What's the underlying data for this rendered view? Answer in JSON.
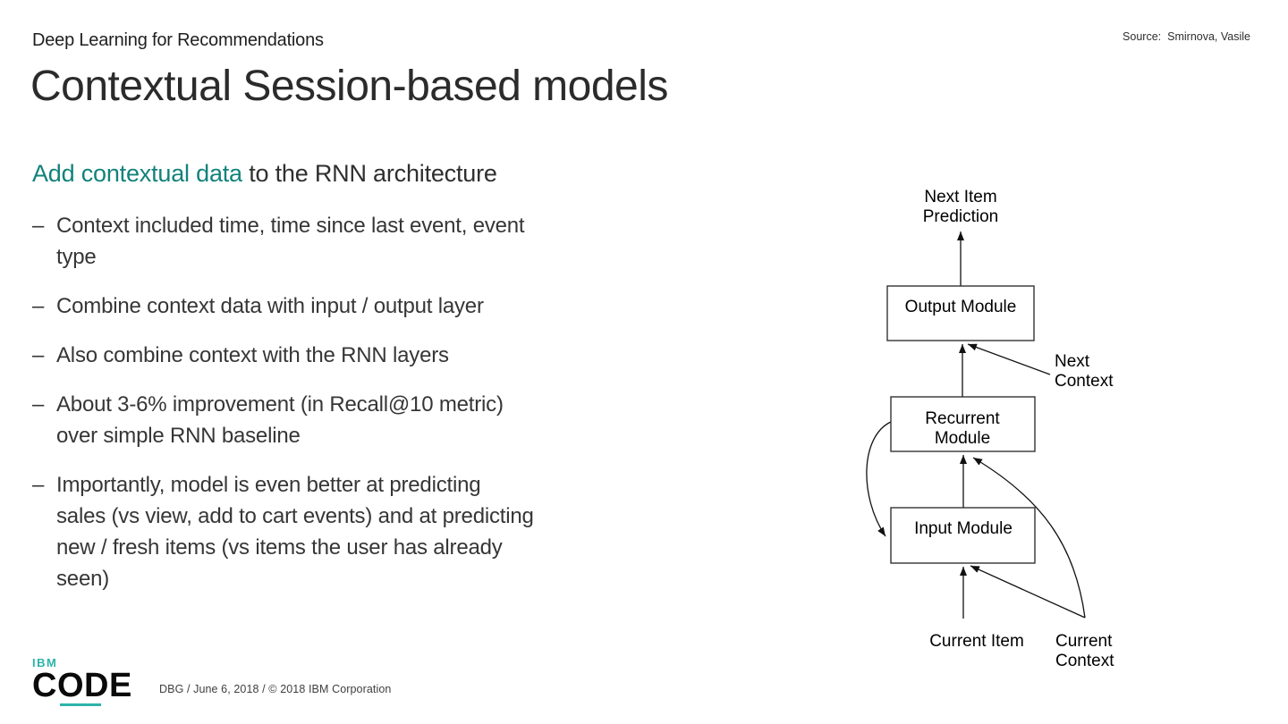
{
  "slide": {
    "eyebrow": "Deep Learning for Recommendations",
    "title": "Contextual Session-based models",
    "source": {
      "label": "Source:",
      "value": "Smirnova, Vasile"
    },
    "subheading": {
      "highlight": "Add contextual data",
      "rest": " to the RNN architecture"
    },
    "bullet_marker": "–",
    "bullets": [
      {
        "lines": [
          "Context included time, time since last event, event",
          "type"
        ]
      },
      {
        "lines": [
          "Combine context data with input / output layer"
        ]
      },
      {
        "lines": [
          "Also combine context with the RNN layers"
        ]
      },
      {
        "lines": [
          "About 3-6% improvement (in Recall@10 metric)",
          "over simple RNN baseline"
        ]
      },
      {
        "lines": [
          "Importantly, model is even better at predicting",
          "sales (vs view, add to cart events) and at predicting",
          "new / fresh items (vs items the user has already",
          "seen)"
        ]
      }
    ]
  },
  "diagram": {
    "next_item_prediction": {
      "line1": "Next Item",
      "line2": "Prediction"
    },
    "output_module": "Output Module",
    "recurrent_module": {
      "line1": "Recurrent",
      "line2": "Module"
    },
    "input_module": "Input Module",
    "next_context": {
      "line1": "Next",
      "line2": "Context"
    },
    "current_item": "Current Item",
    "current_context": {
      "line1": "Current",
      "line2": "Context"
    }
  },
  "footer": {
    "logo": {
      "top": "IBM",
      "main": "CODE"
    },
    "meta": "DBG / June 6, 2018 / © 2018 IBM Corporation"
  },
  "colors": {
    "accent_teal": "#12827b",
    "logo_teal": "#2db3ab",
    "title_text": "#2b2b2b",
    "body_text": "#363636",
    "diagram_stroke": "#111111"
  }
}
